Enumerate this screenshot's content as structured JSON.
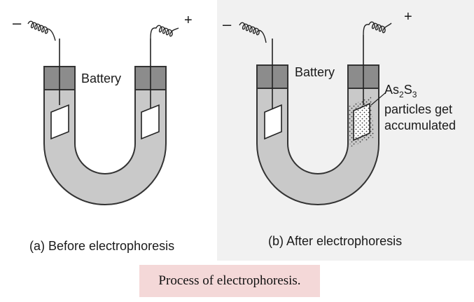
{
  "panel_a": {
    "battery_label": "Battery",
    "caption": "(a) Before electrophoresis",
    "negative_terminal": "–",
    "positive_terminal": "+"
  },
  "panel_b": {
    "battery_label": "Battery",
    "caption": "(b) After electrophoresis",
    "negative_terminal": "–",
    "positive_terminal": "+",
    "annotation": {
      "formula_as": "As",
      "formula_sub1": "2",
      "formula_s": "S",
      "formula_sub2": "3",
      "line1": "particles get",
      "line2": "accumulated"
    }
  },
  "figure_caption": "Process of electrophoresis.",
  "colors": {
    "solution": "#c9c9c9",
    "cap": "#8c8c8c",
    "panel_b_background": "#f1f1f1",
    "caption_highlight": "#f4d8d8"
  }
}
